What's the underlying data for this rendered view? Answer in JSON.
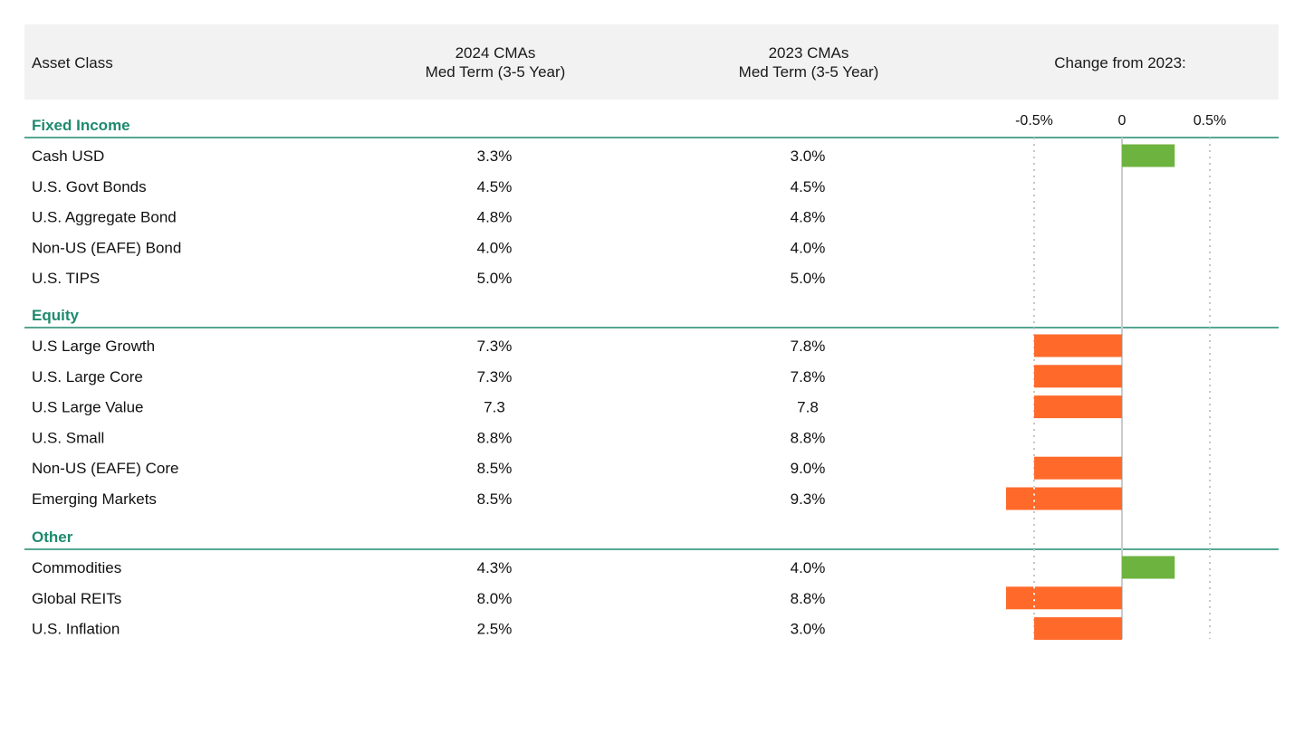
{
  "header": {
    "asset_class": "Asset Class",
    "col_2024_line1": "2024 CMAs",
    "col_2024_line2": "Med Term (3-5 Year)",
    "col_2023_line1": "2023 CMAs",
    "col_2023_line2": "Med Term (3-5 Year)",
    "change": "Change from 2023:"
  },
  "colors": {
    "positive": "#6db33f",
    "negative": "#ff6a2a",
    "section": "#1e8a6e",
    "header_bg": "#f1f2f1"
  },
  "chart_data": {
    "type": "bar",
    "orientation": "horizontal",
    "title": "Change from 2023:",
    "xticks": [
      "-0.5%",
      "0",
      "0.5%"
    ],
    "xtick_values": [
      -0.5,
      0,
      0.5
    ],
    "xlim": [
      -0.7,
      0.7
    ],
    "grid": "dotted vertical",
    "sections": [
      {
        "name": "Fixed Income",
        "rows": [
          {
            "label": "Cash USD",
            "v2024": "3.3%",
            "v2023": "3.0%",
            "change": 0.3
          },
          {
            "label": "U.S. Govt Bonds",
            "v2024": "4.5%",
            "v2023": "4.5%",
            "change": 0
          },
          {
            "label": "U.S. Aggregate Bond",
            "v2024": "4.8%",
            "v2023": "4.8%",
            "change": 0
          },
          {
            "label": "Non-US (EAFE) Bond",
            "v2024": "4.0%",
            "v2023": "4.0%",
            "change": 0
          },
          {
            "label": "U.S. TIPS",
            "v2024": "5.0%",
            "v2023": "5.0%",
            "change": 0
          }
        ]
      },
      {
        "name": "Equity",
        "rows": [
          {
            "label": "U.S Large Growth",
            "v2024": "7.3%",
            "v2023": "7.8%",
            "change": -0.5
          },
          {
            "label": "U.S. Large Core",
            "v2024": "7.3%",
            "v2023": "7.8%",
            "change": -0.5
          },
          {
            "label": "U.S Large Value",
            "v2024": "7.3",
            "v2023": "7.8",
            "change": -0.5
          },
          {
            "label": "U.S. Small",
            "v2024": "8.8%",
            "v2023": "8.8%",
            "change": 0
          },
          {
            "label": "Non-US (EAFE) Core",
            "v2024": "8.5%",
            "v2023": "9.0%",
            "change": -0.5
          },
          {
            "label": "Emerging Markets",
            "v2024": "8.5%",
            "v2023": "9.3%",
            "change": -0.66
          }
        ]
      },
      {
        "name": "Other",
        "rows": [
          {
            "label": "Commodities",
            "v2024": "4.3%",
            "v2023": "4.0%",
            "change": 0.3
          },
          {
            "label": "Global REITs",
            "v2024": "8.0%",
            "v2023": "8.8%",
            "change": -0.66
          },
          {
            "label": "U.S. Inflation",
            "v2024": "2.5%",
            "v2023": "3.0%",
            "change": -0.5
          }
        ]
      }
    ]
  }
}
